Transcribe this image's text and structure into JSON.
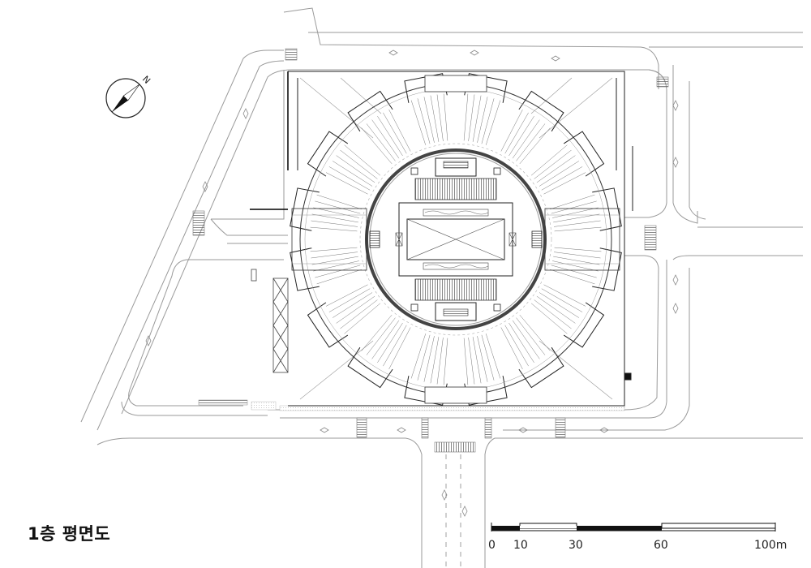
{
  "title": "1층 평면도",
  "north_label": "N",
  "scale_bar": {
    "ticks": [
      "0",
      "10",
      "30",
      "60",
      "100m"
    ]
  },
  "icons": [
    "north-arrow-icon"
  ]
}
